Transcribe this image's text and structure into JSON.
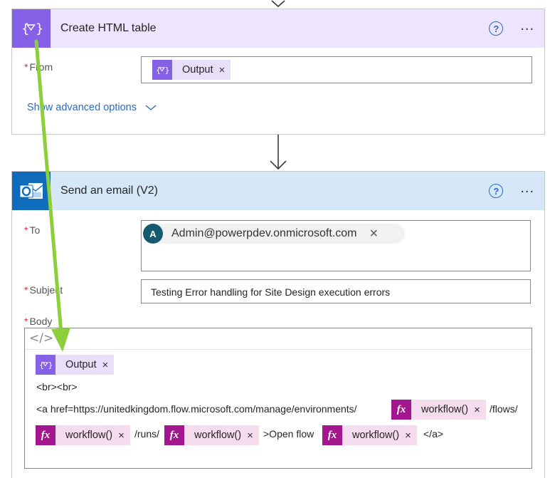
{
  "colors": {
    "accent_purple": "#8661e8",
    "header_purple": "#ede4fd",
    "header_blue": "#d6e8f7",
    "outlook_blue": "#0f6cbd",
    "expression_magenta": "#a3168e",
    "link_blue": "#2b6bc2",
    "required_red": "#d13438",
    "arrow_green": "#8ccf3a"
  },
  "html_table_card": {
    "icon": "data-operation-icon",
    "title": "Create HTML table",
    "help_label": "?",
    "more_label": "...",
    "from_label": "From",
    "from_token": "Output",
    "advanced_link": "Show advanced options"
  },
  "email_card": {
    "icon": "outlook-icon",
    "title": "Send an email (V2)",
    "help_label": "?",
    "more_label": "...",
    "to_label": "To",
    "to_avatar": "A",
    "to_value": "Admin@powerpdev.onmicrosoft.com",
    "subject_label": "Subject",
    "subject_value": "Testing Error handling for Site Design execution errors",
    "body_label": "Body",
    "code_view_icon": "</>",
    "body": {
      "output_token": "Output",
      "line_breaks": "<br><br>",
      "anchor_start": "<a href=https://unitedkingdom.flow.microsoft.com/manage/environments/",
      "expr_1": "workflow()",
      "flows_text": "/flows/",
      "expr_2": "workflow()",
      "runs_text": "/runs/",
      "expr_3": "workflow()",
      "open_flow_text": ">Open flow",
      "expr_4": "workflow()",
      "anchor_end": "</a>",
      "fx_label": "fx"
    }
  },
  "close_glyph": "×"
}
